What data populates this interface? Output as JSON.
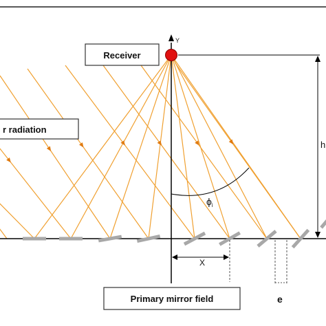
{
  "labels": {
    "receiver": "Receiver",
    "solar_radiation": "r radiation",
    "primary_mirror_field": "Primary mirror field",
    "axis_y": "Y",
    "h": "h",
    "phi": "ϕ",
    "phi_sub": "i",
    "x": "X",
    "e": "e"
  },
  "colors": {
    "ray": "#f0a030",
    "arrow": "#e07a10",
    "axis": "#000000",
    "receiver": "#e01010",
    "mirror": "#a8a8a8",
    "dash": "#555555",
    "box_border": "#333333"
  },
  "icons": {
    "receiver": "red-circle",
    "ray_arrow": "orange-arrowhead"
  }
}
